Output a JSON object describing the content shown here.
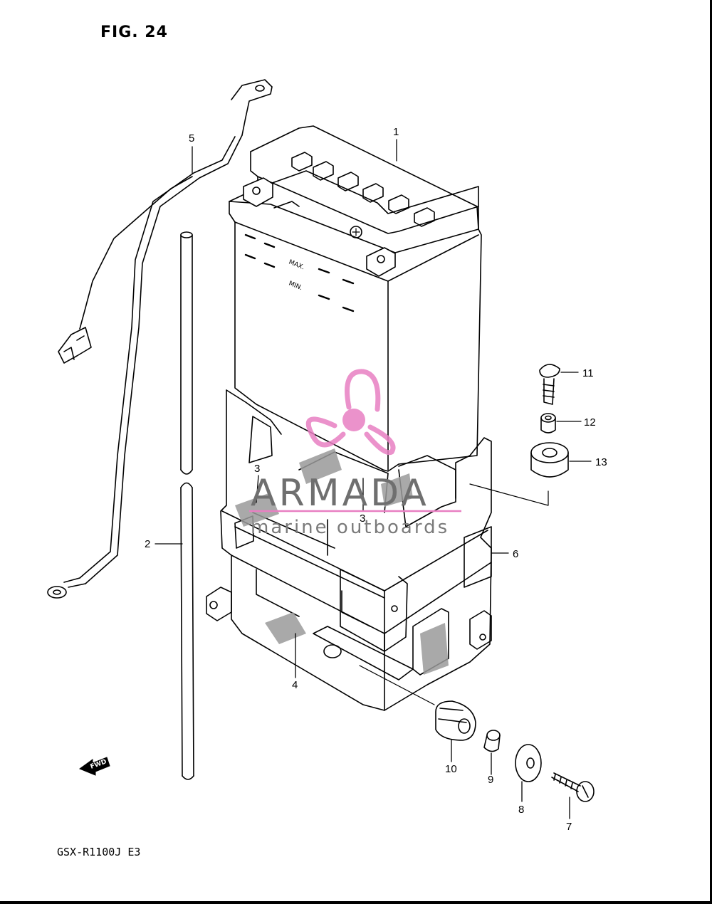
{
  "figure": {
    "title": "FIG. 24",
    "model_code": "GSX-R1100J  E3"
  },
  "battery_labels": {
    "max": "MAX.",
    "min": "MIN."
  },
  "fwd_arrow": {
    "label": "FWD",
    "icon": "forward-arrow-icon"
  },
  "watermark": {
    "brand": "ARMADA",
    "tagline": "marine outboards",
    "logo_icon": "propeller-logo-icon",
    "logo_color": "#e87fc2"
  },
  "callouts": [
    {
      "id": "callout-1",
      "label": "1"
    },
    {
      "id": "callout-2",
      "label": "2"
    },
    {
      "id": "callout-3a",
      "label": "3"
    },
    {
      "id": "callout-3b",
      "label": "3"
    },
    {
      "id": "callout-4",
      "label": "4"
    },
    {
      "id": "callout-5",
      "label": "5"
    },
    {
      "id": "callout-6",
      "label": "6"
    },
    {
      "id": "callout-7",
      "label": "7"
    },
    {
      "id": "callout-8",
      "label": "8"
    },
    {
      "id": "callout-9",
      "label": "9"
    },
    {
      "id": "callout-10",
      "label": "10"
    },
    {
      "id": "callout-11",
      "label": "11"
    },
    {
      "id": "callout-12",
      "label": "12"
    },
    {
      "id": "callout-13",
      "label": "13"
    }
  ]
}
